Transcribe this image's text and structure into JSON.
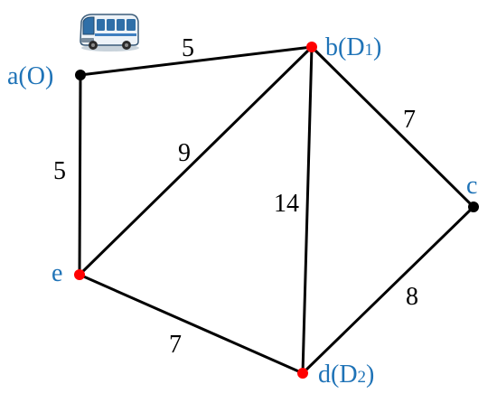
{
  "colors": {
    "edge": "#000000",
    "node_black": "#000000",
    "node_red": "#ff0000",
    "label_blue": "#1f73b7"
  },
  "icon": "bus-icon",
  "nodes": [
    {
      "id": "a",
      "label": "a(O)",
      "color": "black"
    },
    {
      "id": "b",
      "label": "b(D",
      "sub": "1",
      "close": ")",
      "color": "red"
    },
    {
      "id": "c",
      "label": "c",
      "color": "black"
    },
    {
      "id": "d",
      "label": "d(D",
      "sub": "2",
      "close": ")",
      "color": "red"
    },
    {
      "id": "e",
      "label": "e",
      "color": "red"
    }
  ],
  "edges": [
    {
      "from": "a",
      "to": "b",
      "weight": "5"
    },
    {
      "from": "a",
      "to": "e",
      "weight": "5"
    },
    {
      "from": "b",
      "to": "e",
      "weight": "9"
    },
    {
      "from": "b",
      "to": "d",
      "weight": "14"
    },
    {
      "from": "b",
      "to": "c",
      "weight": "7"
    },
    {
      "from": "c",
      "to": "d",
      "weight": "8"
    },
    {
      "from": "e",
      "to": "d",
      "weight": "7"
    }
  ]
}
